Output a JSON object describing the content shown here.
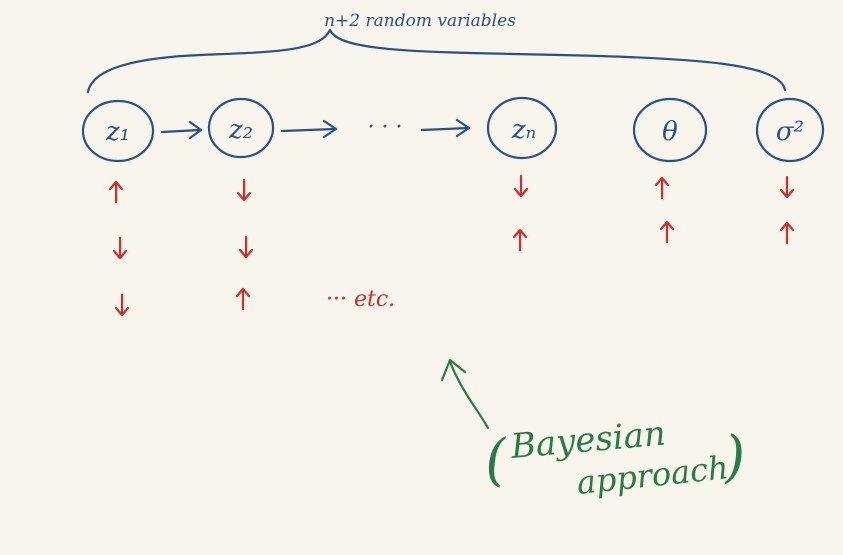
{
  "brace_label": "n+2 random variables",
  "nodes": [
    {
      "id": "z1",
      "label": "z₁"
    },
    {
      "id": "z2",
      "label": "z₂"
    },
    {
      "id": "zn",
      "label": "zₙ"
    },
    {
      "id": "theta",
      "label": "θ"
    },
    {
      "id": "sigma2",
      "label": "σ²"
    }
  ],
  "chain_ellipsis": "· · ·",
  "etc_label": "··· etc.",
  "annotation": {
    "open_paren": "(",
    "line1": "Bayesian",
    "line2": "approach",
    "close_paren": ")"
  },
  "colors": {
    "background": "#f7f5ec",
    "blue_ink": "#2b4f8a",
    "red_ink": "#d42b2b",
    "green_ink": "#2a7a48"
  },
  "sampling_arrows": {
    "z1": [
      "up",
      "down",
      "down"
    ],
    "z2": [
      "down",
      "down",
      "up"
    ],
    "zn": [
      "down",
      "up"
    ],
    "theta": [
      "up",
      "up"
    ],
    "sigma2": [
      "down",
      "up"
    ]
  }
}
